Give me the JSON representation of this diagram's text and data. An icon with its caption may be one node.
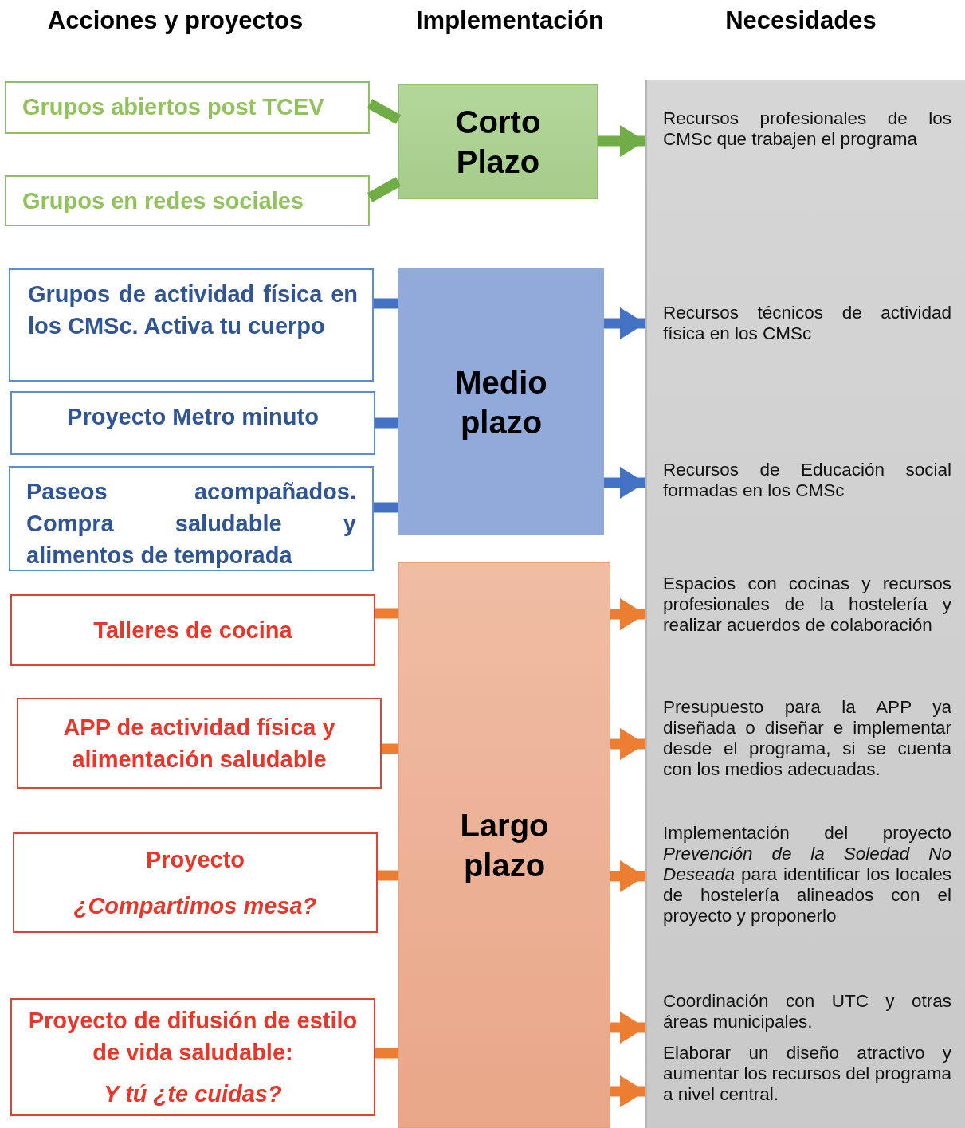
{
  "diagram": {
    "nodes": [
      {
        "text": [
          "Grupos abiertos post TCEV"
        ]
      },
      {
        "text": [
          "Grupos en redes sociales"
        ]
      },
      {
        "text": [
          "Corto Plazo"
        ]
      },
      {
        "text": [
          "Grupos de actividad física en los CMSc. Activa tu cuerpo"
        ]
      },
      {
        "text": [
          "Proyecto Metro minuto"
        ]
      },
      {
        "text": [
          "Paseos acompañados. Compra saludable y alimentos de temporada"
        ]
      },
      {
        "text": [
          "Medio plazo"
        ]
      },
      {
        "text": [
          "Talleres de cocina"
        ]
      },
      {
        "text": [
          "APP de actividad física y alimentación saludable"
        ]
      },
      {
        "text": [
          "Proyecto",
          "¿Compartimos mesa?"
        ]
      },
      {
        "text": [
          "Proyecto de difusión de estilo de vida saludable:",
          "Y tú ¿te cuidas?"
        ]
      },
      {
        "text": [
          "Largo plazo"
        ]
      },
      {
        "text": [],
        "shape": "box"
      },
      {
        "text": [
          "Recursos profesionales de los CMSc que trabajen el programa"
        ],
        "in": 12
      },
      {
        "text": [
          "Recursos técnicos de actividad física en los CMSc"
        ],
        "in": 12
      },
      {
        "text": [
          "Recursos de Educación social formadas en los CMSc"
        ],
        "in": 12
      },
      {
        "text": [
          "Espacios con cocinas y recursos profesionales de la hostelería y realizar acuerdos de colaboración"
        ],
        "in": 12
      },
      {
        "text": [
          "Presupuesto para la APP ya diseñada o diseñar e implementar desde el programa, si se cuenta con los medios adecuadas."
        ],
        "in": 12
      },
      {
        "text": [
          "Implementación del proyecto *Prevención de la Soledad No Deseada* para identificar los locales de hostelería alineados con el proyecto y proponerlo"
        ],
        "in": 12
      },
      {
        "text": [
          "Coordinación con UTC y otras áreas municipales."
        ],
        "in": 12
      },
      {
        "text": [
          "Elaborar un diseño atractivo y aumentar los recursos del programa a nivel central."
        ],
        "in": 12
      }
    ],
    "edges": [
      {
        "from": 0,
        "to": 2,
        "arrow": "none",
        "color": "#70ad47"
      },
      {
        "from": 1,
        "to": 2,
        "arrow": "none",
        "color": "#70ad47"
      },
      {
        "from": 2,
        "to": 13,
        "arrow": "to",
        "color": "#70ad47"
      },
      {
        "from": 3,
        "to": 6,
        "arrow": "none",
        "color": "#4472c4"
      },
      {
        "from": 4,
        "to": 6,
        "arrow": "none",
        "color": "#4472c4"
      },
      {
        "from": 5,
        "to": 6,
        "arrow": "none",
        "color": "#4472c4"
      },
      {
        "from": 6,
        "to": 14,
        "arrow": "to",
        "color": "#4472c4"
      },
      {
        "from": 6,
        "to": 15,
        "arrow": "to",
        "color": "#4472c4"
      },
      {
        "from": 7,
        "to": 11,
        "arrow": "none"
      },
      {
        "from": 8,
        "to": 11,
        "arrow": "none"
      },
      {
        "from": 9,
        "to": 11,
        "arrow": "none"
      },
      {
        "from": 10,
        "to": 11,
        "arrow": "none"
      },
      {
        "from": 11,
        "to": 16,
        "arrow": "to"
      },
      {
        "from": 11,
        "to": 17,
        "arrow": "to"
      },
      {
        "from": 11,
        "to": 18,
        "arrow": "to"
      },
      {
        "from": 11,
        "to": 19,
        "arrow": "to"
      },
      {
        "from": 11,
        "to": 20,
        "arrow": "to"
      }
    ],
    "labels": [
      "Acciones y proyectos",
      "Implementación",
      "Necesidades"
    ]
  }
}
